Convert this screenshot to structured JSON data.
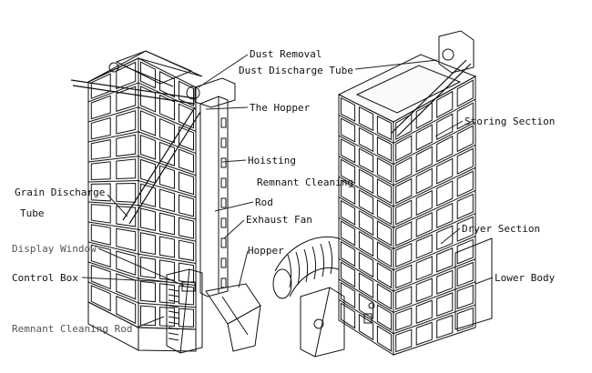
{
  "labels": {
    "dust_removal": "Dust Removal",
    "dust_discharge_tube": "Dust Discharge Tube",
    "the_hopper": "The Hopper",
    "hoisting": "Hoisting",
    "remnant_cleaning_top": "Remnant Cleaning",
    "rod": "Rod",
    "exhaust_fan": "Exhaust Fan",
    "hopper": "Hopper",
    "grain_discharge": "Grain Discharge",
    "tube": "Tube",
    "display_window": "Display Window",
    "control_box": "Control Box",
    "remnant_cleaning_rod": "Remnant Cleaning Rod",
    "storing_section": "Storing Section",
    "dryer_section": "Dryer Section",
    "lower_body": "Lower Body"
  },
  "colors": {
    "ink": "#111111",
    "leader": "#222222",
    "paper": "#ffffff"
  }
}
